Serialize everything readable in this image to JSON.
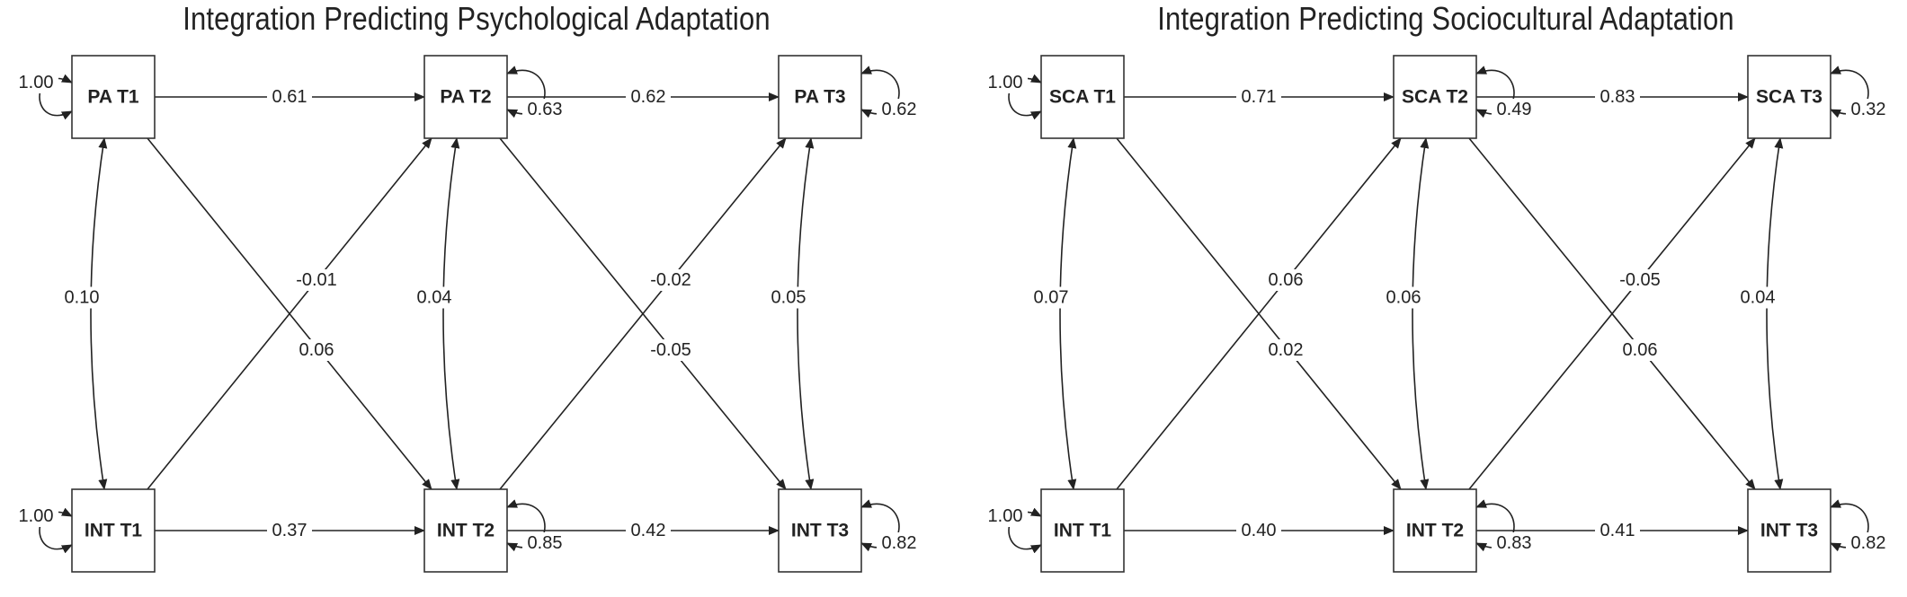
{
  "panels": [
    {
      "title": "Integration Predicting Psychological Adaptation",
      "nodes": {
        "t1": "PA T1",
        "t2": "PA T2",
        "t3": "PA T3",
        "i1": "INT T1",
        "i2": "INT T2",
        "i3": "INT T3"
      },
      "paths": {
        "t1_t2": "0.61",
        "t2_t3": "0.62",
        "i1_i2": "0.37",
        "i2_i3": "0.42",
        "i1_t2": "-0.01",
        "t1_i2": "0.06",
        "i2_t3": "-0.02",
        "t2_i3": "-0.05"
      },
      "covariances": {
        "t1_i1": "0.10",
        "t2_i2": "0.04",
        "t3_i3": "0.05"
      },
      "residuals": {
        "t1": "1.00",
        "t2": "0.63",
        "t3": "0.62",
        "i1": "1.00",
        "i2": "0.85",
        "i3": "0.82"
      }
    },
    {
      "title": "Integration Predicting Sociocultural Adaptation",
      "nodes": {
        "t1": "SCA T1",
        "t2": "SCA T2",
        "t3": "SCA T3",
        "i1": "INT T1",
        "i2": "INT T2",
        "i3": "INT T3"
      },
      "paths": {
        "t1_t2": "0.71",
        "t2_t3": "0.83",
        "i1_i2": "0.40",
        "i2_i3": "0.41",
        "i1_t2": "0.06",
        "t1_i2": "0.02",
        "i2_t3": "-0.05",
        "t2_i3": "0.06"
      },
      "covariances": {
        "t1_i1": "0.07",
        "t2_i2": "0.06",
        "t3_i3": "0.04"
      },
      "residuals": {
        "t1": "1.00",
        "t2": "0.49",
        "t3": "0.32",
        "i1": "1.00",
        "i2": "0.83",
        "i3": "0.82"
      }
    }
  ]
}
